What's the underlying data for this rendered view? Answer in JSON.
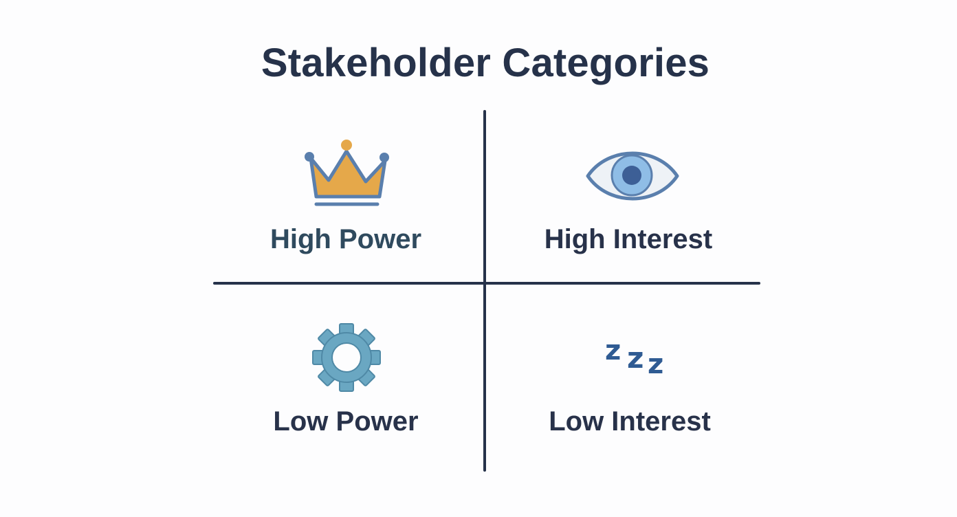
{
  "title": "Stakeholder Categories",
  "quadrants": [
    {
      "label": "High Power",
      "icon": "crown-icon"
    },
    {
      "label": "High Interest",
      "icon": "eye-icon"
    },
    {
      "label": "Low Power",
      "icon": "gear-icon"
    },
    {
      "label": "Low Interest",
      "icon": "zzz-icon",
      "icon_text": [
        "z",
        "z",
        "z"
      ]
    }
  ],
  "colors": {
    "text": "#26324a",
    "crown_fill": "#e5a84a",
    "icon_outline": "#5a7fad",
    "eye_iris": "#8fbde6",
    "eye_pupil": "#3d5f96",
    "gear": "#6aa7c2",
    "zzz": "#2f5b93"
  }
}
